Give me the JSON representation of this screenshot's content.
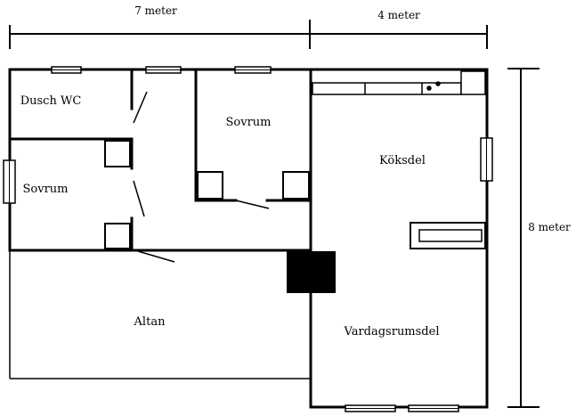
{
  "dimensions": {
    "width_top_left": "7 meter",
    "width_top_right": "4 meter",
    "height_right": "8 meter"
  },
  "rooms": {
    "dusch_wc": "Dusch WC",
    "sovrum_left": "Sovrum",
    "sovrum_center": "Sovrum",
    "koksdel": "Köksdel",
    "altan": "Altan",
    "vardagsrumsdel": "Vardagsrumsdel"
  },
  "colors": {
    "line": "#000000",
    "background": "#ffffff",
    "chimney": "#000000"
  }
}
